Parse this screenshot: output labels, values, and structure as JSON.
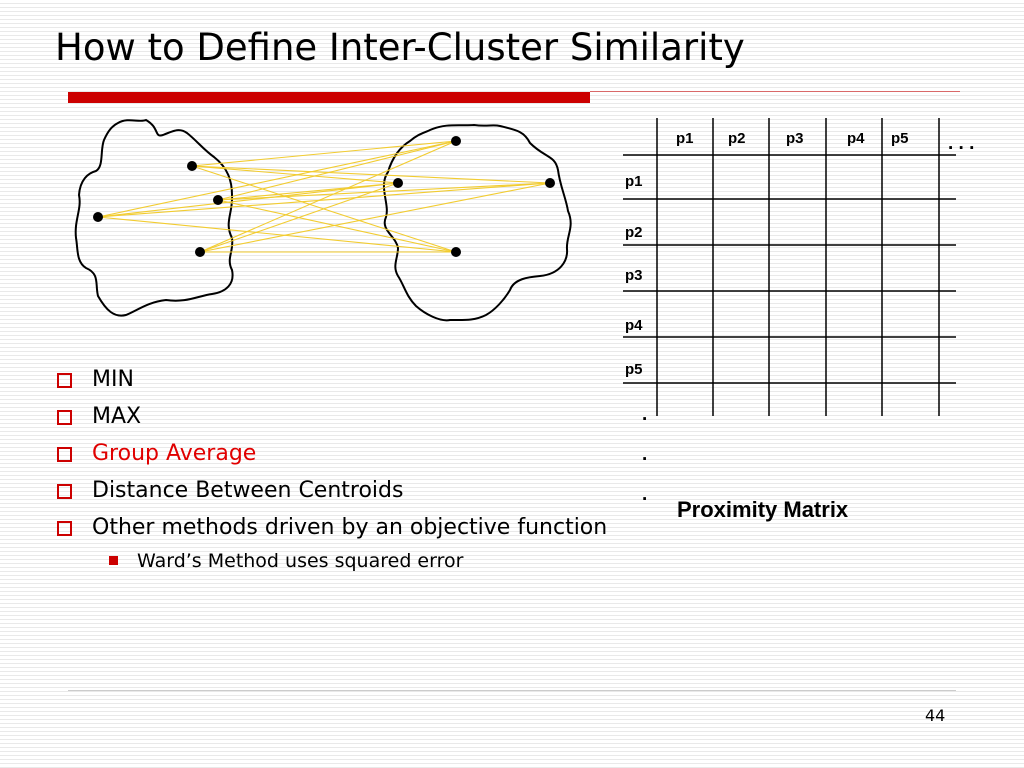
{
  "slide": {
    "title": "How to Define Inter-Cluster Similarity",
    "page_number": "44"
  },
  "bullets": [
    {
      "text": "MIN",
      "highlight": false
    },
    {
      "text": "MAX",
      "highlight": false
    },
    {
      "text": "Group Average",
      "highlight": true
    },
    {
      "text": "Distance Between Centroids",
      "highlight": false
    },
    {
      "text": "Other methods driven by an objective function",
      "highlight": false
    }
  ],
  "sub_bullets": [
    {
      "text": "Ward’s Method uses squared error"
    }
  ],
  "matrix": {
    "column_headers": [
      "p1",
      "p2",
      "p3",
      "p4",
      "p5"
    ],
    "row_headers": [
      "p1",
      "p2",
      "p3",
      "p4",
      "p5"
    ],
    "ellipsis_horizontal": ". . .",
    "ellipsis_vertical": [
      ".",
      ".",
      "."
    ],
    "caption": "Proximity Matrix"
  },
  "colors": {
    "accent": "#cc0000",
    "highlight_text": "#e00000",
    "link_lines": "#f2cc30"
  }
}
